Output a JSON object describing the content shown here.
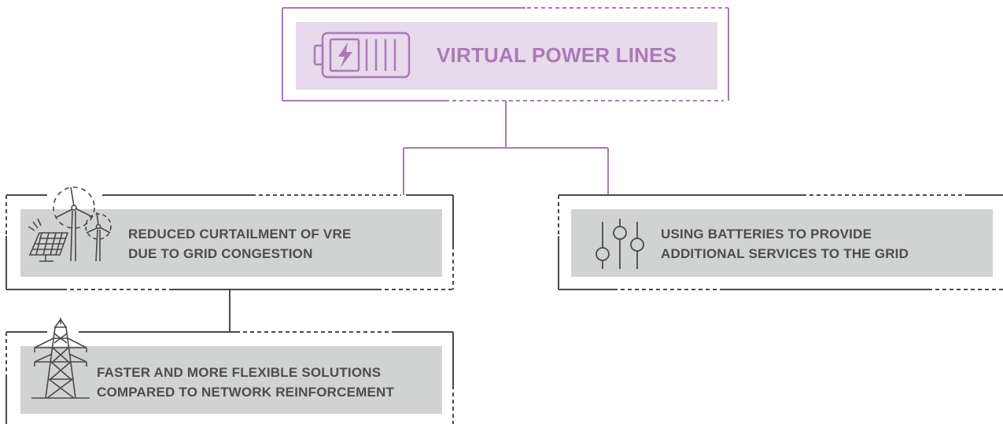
{
  "colors": {
    "accent": "#a97ab6",
    "accent_fill": "#e8d9ec",
    "neutral_line": "#4a4a4a",
    "neutral_fill": "#d1d2d2",
    "neutral_text": "#4d4d4d",
    "white": "#ffffff"
  },
  "main": {
    "title": "VIRTUAL POWER LINES",
    "icon": "battery-charging-icon"
  },
  "branches": [
    {
      "icon": "wind-solar-icon",
      "lines": [
        "REDUCED CURTAILMENT OF VRE",
        "DUE TO GRID CONGESTION"
      ]
    },
    {
      "icon": "sliders-icon",
      "lines": [
        "USING BATTERIES TO PROVIDE",
        "ADDITIONAL SERVICES TO THE GRID"
      ]
    },
    {
      "icon": "transmission-tower-icon",
      "lines": [
        "FASTER AND MORE FLEXIBLE SOLUTIONS",
        "COMPARED TO NETWORK REINFORCEMENT"
      ]
    }
  ]
}
